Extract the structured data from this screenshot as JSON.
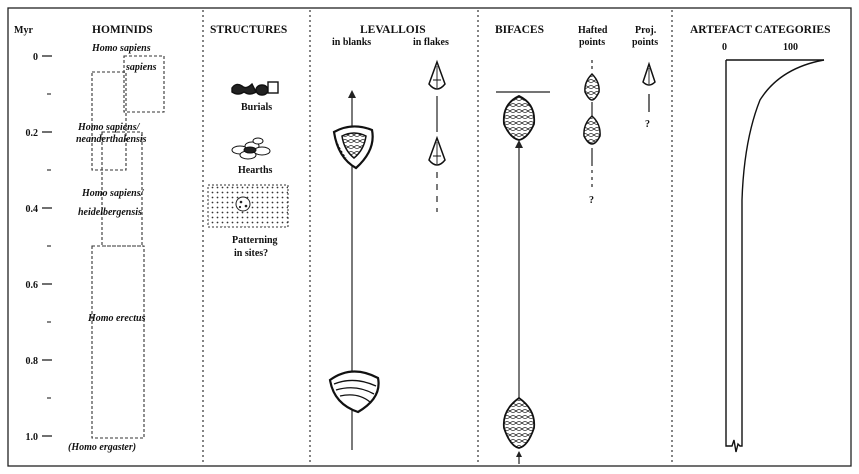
{
  "axis": {
    "unit": "Myr",
    "ticks": [
      "0",
      "0.2",
      "0.4",
      "0.6",
      "0.8",
      "1.0"
    ]
  },
  "columns": {
    "hominids": "HOMINIDS",
    "structures": "STRUCTURES",
    "levallois": "LEVALLOIS",
    "levallois_blanks": "in blanks",
    "levallois_flakes": "in flakes",
    "bifaces": "BIFACES",
    "hafted_points_l1": "Hafted",
    "hafted_points_l2": "points",
    "proj_points_l1": "Proj.",
    "proj_points_l2": "points",
    "artefact_categories": "ARTEFACT CATEGORIES"
  },
  "hominids": {
    "sapiens_l1": "Homo sapiens",
    "sapiens_l2": "sapiens",
    "neander_l1": "Homo sapiens/",
    "neander_l2": "neanderthalensis",
    "heidel_l1": "Homo sapiens/",
    "heidel_l2": "heidelbergensis",
    "erectus": "Homo erectus",
    "ergaster": "(Homo ergaster)"
  },
  "structures": {
    "burials": "Burials",
    "hearths": "Hearths",
    "patterning_l1": "Patterning",
    "patterning_l2": "in sites?"
  },
  "question_mark": "?",
  "artefact_scale": [
    "0",
    "100"
  ]
}
